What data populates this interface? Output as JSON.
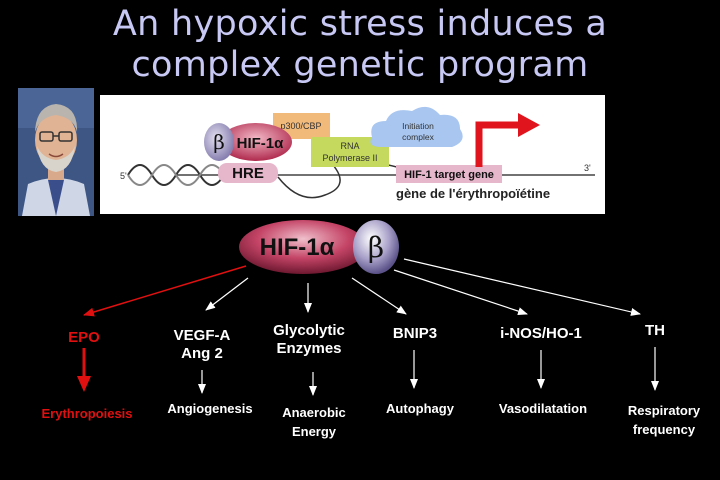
{
  "title": {
    "line1": "An hypoxic stress induces a",
    "line2": "complex genetic program"
  },
  "gene_panel": {
    "beta": "β",
    "hif": "HIF-1α",
    "p300": "p300/CBP",
    "rna_pol_line1": "RNA",
    "rna_pol_line2": "Polymerase II",
    "init_line1": "Initiation",
    "init_line2": "complex",
    "hre": "HRE",
    "target_gene": "HIF-1 target gene",
    "five_prime": "5'",
    "three_prime": "3'",
    "gene_name": "gène de l'érythropoïétine"
  },
  "central": {
    "hif": "HIF-1α",
    "beta": "β"
  },
  "targets": [
    {
      "label": "EPO",
      "outcome": "Erythropoiesis",
      "color": "#e01010"
    },
    {
      "label_line1": "VEGF-A",
      "label_line2": "Ang 2",
      "outcome": "Angiogenesis",
      "color": "#ffffff"
    },
    {
      "label_line1": "Glycolytic",
      "label_line2": "Enzymes",
      "outcome_line1": "Anaerobic",
      "outcome_line2": "Energy",
      "color": "#ffffff"
    },
    {
      "label": "BNIP3",
      "outcome": "Autophagy",
      "color": "#ffffff"
    },
    {
      "label": "i-NOS/HO-1",
      "outcome": "Vasodilatation",
      "color": "#ffffff"
    },
    {
      "label": "TH",
      "outcome_line1": "Respiratory",
      "outcome_line2": "frequency",
      "color": "#ffffff"
    }
  ],
  "colors": {
    "background": "#000000",
    "title": "#c8c8f4",
    "hif_oval": "#c0405c",
    "beta_circle": "#a8a0c8",
    "epo_red": "#e01010"
  }
}
